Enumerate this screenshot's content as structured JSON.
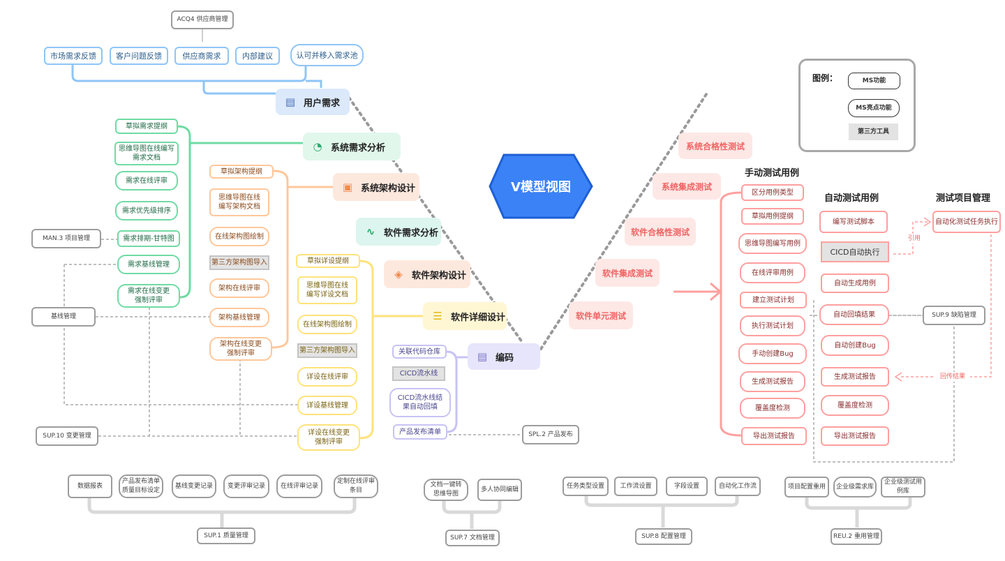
{
  "title": "V模型视图",
  "top_grey": "ACQ4 供应商管理",
  "top_row": [
    "市场需求反馈",
    "客户问题反馈",
    "供应商需求",
    "内部建议",
    "认可并移入需求池"
  ],
  "mains_left": {
    "user_req": "用户需求",
    "sys_req": "系统需求分析",
    "sys_arch": "系统架构设计",
    "sw_req": "软件需求分析",
    "sw_arch": "软件架构设计",
    "sw_detail": "软件详细设计",
    "coding": "编码"
  },
  "mains_right": [
    "系统合格性测试",
    "系统集成测试",
    "软件合格性测试",
    "软件集成测试",
    "软件单元测试"
  ],
  "green_items": [
    "草拟需求提纲",
    "思维导图在线编写\n需求文档",
    "需求在线评审",
    "需求优先级排序",
    "需求排期-甘特图",
    "需求基线管理",
    "需求在线变更\n强制评审"
  ],
  "orange_items": [
    "草拟架构提纲",
    "思维导图在线\n编写架构文档",
    "在线架构图绘制",
    "第三方架构图导入",
    "架构在线评审",
    "架构基线管理",
    "架构在线变更\n强制评审"
  ],
  "yellow_items": [
    "草拟详设提纲",
    "思维导图在线\n编写详设文档",
    "在线架构图绘制",
    "第三方架构图导入",
    "详设在线评审",
    "详设基线管理",
    "详设在线变更\n强制评审"
  ],
  "purple_items": [
    "关联代码仓库",
    "CICD流水线",
    "CICD流水线结\n果自动回填",
    "产品发布清单"
  ],
  "left_grey": {
    "man3": "MAN.3 项目管理",
    "baseline": "基线管理",
    "sup10": "SUP.10 变更管理",
    "spl2": "SPL.2 产品发布"
  },
  "manual_title": "手动测试用例",
  "manual_items": [
    "区分用例类型",
    "草拟用例提纲",
    "思维导图编写用例",
    "在线评审用例",
    "建立测试计划",
    "执行测试计划",
    "手动创建Bug",
    "生成测试报告",
    "覆盖度检测",
    "导出测试报告"
  ],
  "auto_title": "自动测试用例",
  "auto_items": [
    "编写测试脚本",
    "CICD自动执行",
    "自动生成用例",
    "自动回填结果",
    "自动创建Bug",
    "生成测试报告",
    "覆盖度检测",
    "导出测试报告"
  ],
  "mgmt_title": "测试项目管理",
  "mgmt_item": "自动化测试任务执行",
  "ref_label": "引用",
  "back_label": "回传结果",
  "sup9": "SUP.9 缺陷管理",
  "legend": {
    "title": "图例：",
    "ms": "MS功能",
    "highlight": "MS亮点功能",
    "third": "第三方工具"
  },
  "bottom_groups": [
    {
      "name": "SUP.1 质量管理",
      "items": [
        "数据报表",
        "产品发布清单\n质量目标设定",
        "基线变更记录",
        "变更评审记录",
        "在线评审记录",
        "定制在线评审\n条目"
      ]
    },
    {
      "name": "SUP.7 文档管理",
      "items": [
        "文档一键转\n思维导图",
        "多人协同编辑"
      ]
    },
    {
      "name": "SUP.8 配置管理",
      "items": [
        "任务类型设置",
        "工作流设置",
        "字段设置",
        "自动化工作流"
      ]
    },
    {
      "name": "REU.2 重用管理",
      "items": [
        "项目配置重用",
        "企业级需求库",
        "企业级测试用\n例库"
      ]
    }
  ],
  "colors": {
    "blue": "#8ec5f7",
    "green": "#6fdba4",
    "orange": "#ffc79a",
    "yellow": "#ffe27a",
    "purple": "#c7c3f5",
    "red": "#ff9f9f",
    "grey": "#9c9c9c",
    "hex": "#3b82f6"
  }
}
